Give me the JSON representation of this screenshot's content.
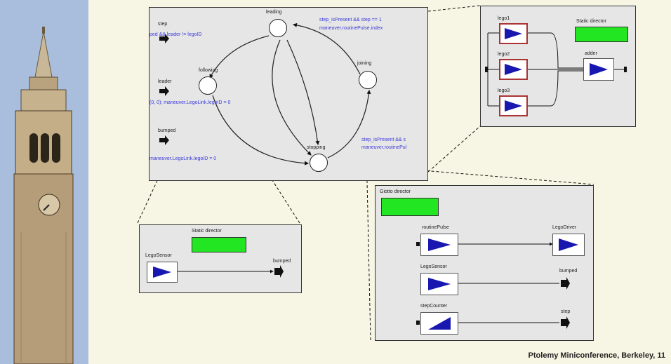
{
  "footer": "Ptolemy Miniconference, Berkeley, 11",
  "fsm": {
    "states": {
      "leading": "leading",
      "following": "following",
      "stopping": "stopping",
      "joining": "joining"
    },
    "inputs": {
      "step": "step",
      "leader": "leader",
      "bumped": "bumped"
    },
    "guards": {
      "g1": "ped && leader != legoID",
      "g2": "(0, 0); maneuver.LegoLink.legoID = 0",
      "g3": "maneuver.LegoLink.legoID = 0",
      "g4": "step_isPresent && step == 1",
      "g5": "maneuver.routinePulse.index",
      "g6": "step_isPresent && s",
      "g7": "maneuver.routinePul"
    }
  },
  "sdf": {
    "director": "Static director",
    "actors": {
      "lego1": "lego1",
      "lego2": "lego2",
      "lego3": "lego3",
      "adder": "adder"
    }
  },
  "left_sub": {
    "director": "Static director",
    "sensor": "LegoSensor",
    "port": "bumped"
  },
  "giotto": {
    "director": "Giotto director",
    "routinePulse": "routinePulse",
    "legoDriver": "LegoDriver",
    "legoSensor": "LegoSensor",
    "bumped": "bumped",
    "stepCounter": "stepCounter",
    "step": "step"
  },
  "colors": {
    "director": "#22e622",
    "actor_arrow": "#1818b0",
    "guard_text": "#3a3adb",
    "sidebar": "#a9bedc"
  }
}
